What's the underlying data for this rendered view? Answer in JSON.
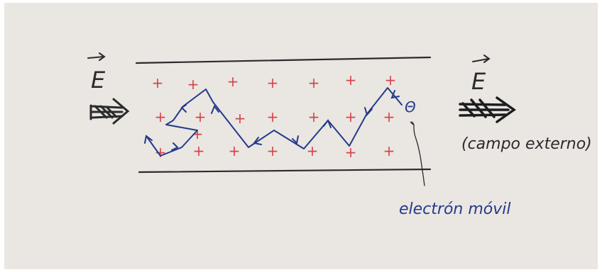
{
  "labels": {
    "field_left": "E",
    "field_right": "E",
    "external_field": "(campo externo)",
    "electron_symbol": "Θ",
    "mobile_electron": "electrón móvil"
  },
  "colors": {
    "paper": "#eae6e1",
    "ink_dark": "#2b2b2d",
    "ink_blue": "#243a8c",
    "ink_red": "#d5444c"
  },
  "ions": {
    "symbol": "+",
    "count": 22
  }
}
